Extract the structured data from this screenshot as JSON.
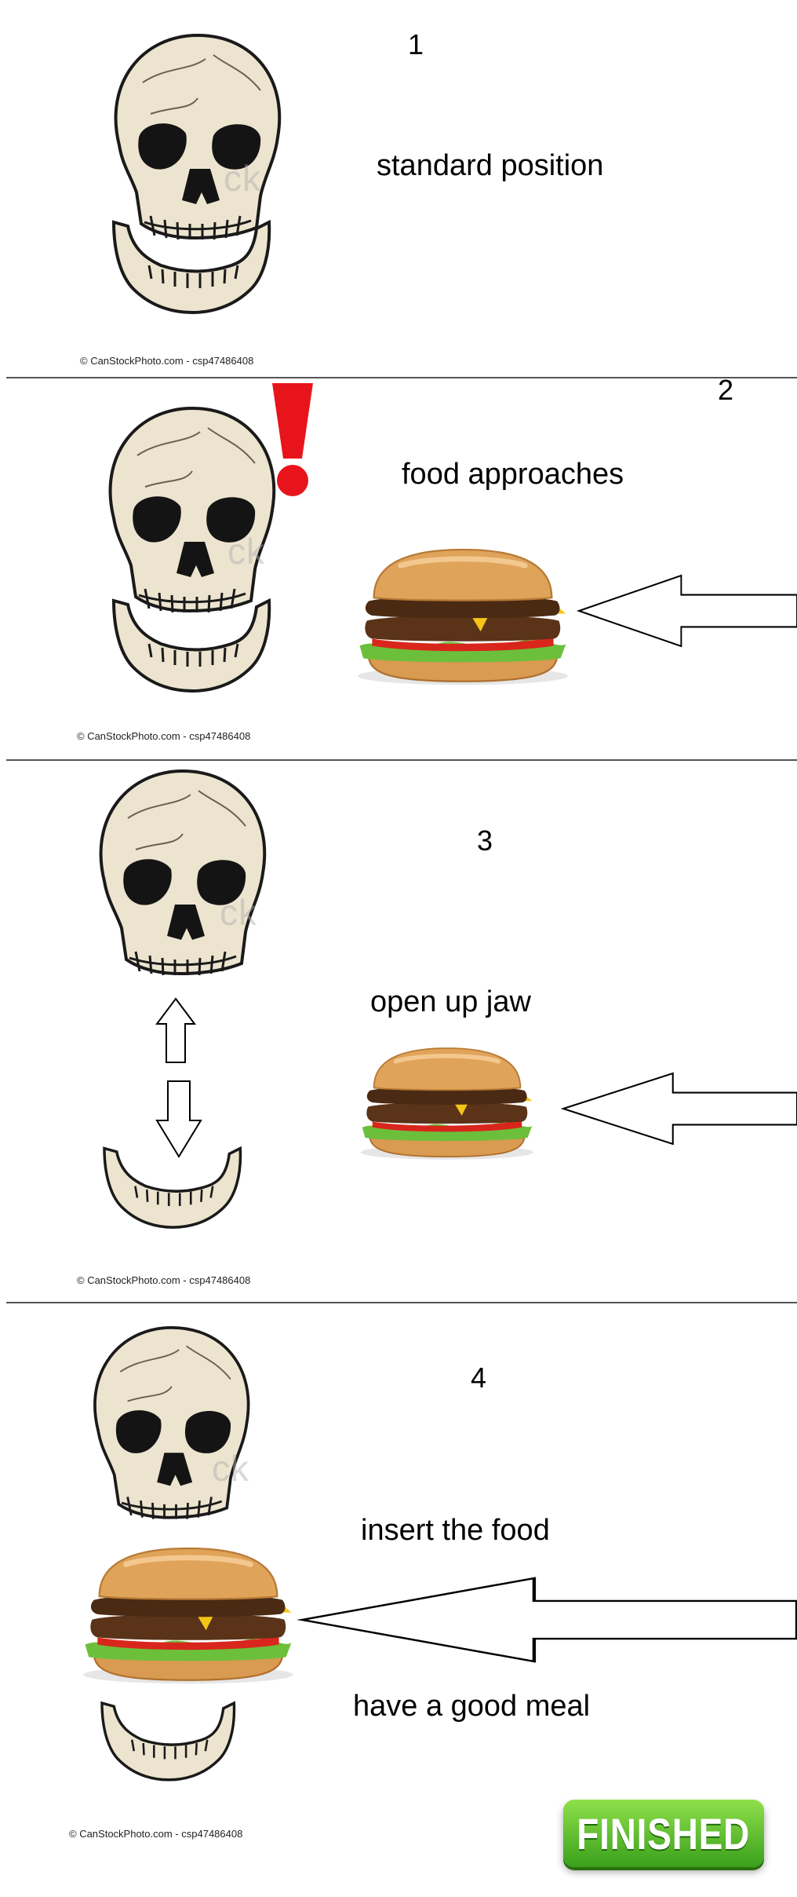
{
  "panels": [
    {
      "number": "1",
      "caption": "standard position",
      "copyright": "© CanStockPhoto.com - csp47486408"
    },
    {
      "number": "2",
      "caption": "food approaches",
      "copyright": "© CanStockPhoto.com - csp47486408"
    },
    {
      "number": "3",
      "caption": "open up jaw",
      "copyright": "© CanStockPhoto.com - csp47486408"
    },
    {
      "number": "4",
      "caption": "insert the food",
      "caption2": "have a good meal",
      "copyright": "© CanStockPhoto.com - csp47486408"
    }
  ],
  "watermark": "ck",
  "finished_label": "FINISHED",
  "colors": {
    "exclamation": "#e8141c",
    "finished": "#4cb526",
    "bun": "#e0a35a",
    "cheese": "#f5c518",
    "lettuce": "#6cbf3a",
    "tomato": "#d9261c",
    "patty": "#5a3318"
  }
}
